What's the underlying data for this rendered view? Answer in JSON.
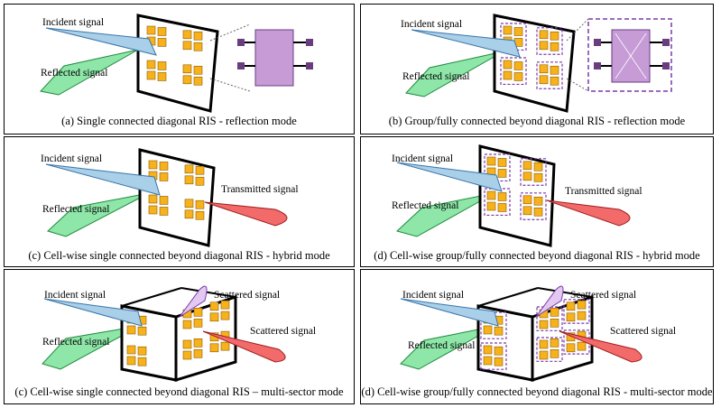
{
  "panels": [
    {
      "caption": "(a) Single connected diagonal RIS - reflection mode",
      "incident": "Incident signal",
      "reflected": "Reflected signal"
    },
    {
      "caption": "(b) Group/fully connected beyond diagonal RIS - reflection mode",
      "incident": "Incident signal",
      "reflected": "Reflected signal"
    },
    {
      "caption": "(c) Cell-wise single connected beyond diagonal RIS - hybrid mode",
      "incident": "Incident signal",
      "reflected": "Reflected signal",
      "transmitted": "Transmitted signal"
    },
    {
      "caption": "(d) Cell-wise group/fully connected beyond diagonal RIS - hybrid mode",
      "incident": "Incident signal",
      "reflected": "Reflected signal",
      "transmitted": "Transmitted signal"
    },
    {
      "caption": "(c) Cell-wise single connected beyond diagonal RIS – multi-sector mode",
      "incident": "Incident signal",
      "reflected": "Reflected signal",
      "scattered1": "Scattered signal",
      "scattered2": "Scattered signal"
    },
    {
      "caption": "(d) Cell-wise group/fully connected beyond diagonal RIS - multi-sector mode",
      "incident": "Incident signal",
      "reflected": "Reflected signal",
      "scattered1": "Scattered signal",
      "scattered2": "Scattered signal"
    }
  ],
  "colors": {
    "incident": "#a9cfe9",
    "reflected": "#8ee6a8",
    "transmitted": "#f26a6a",
    "scattered": "#e3c9f1",
    "element": "#f7b21b",
    "circuit": "#c69bd6",
    "port": "#6a3d80",
    "group": "#7a3aa8"
  },
  "icons": {
    "ris_surface": "ris-panel-icon",
    "circuit": "impedance-network-icon"
  }
}
